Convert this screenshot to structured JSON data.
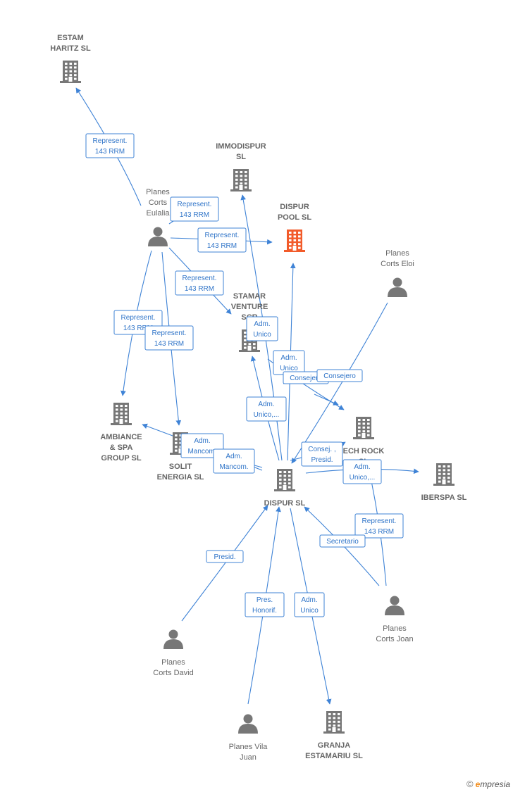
{
  "colors": {
    "company": "#777777",
    "focus": "#f25b2a",
    "person": "#777777",
    "edge": "#3f83d6"
  },
  "nodes": [
    {
      "id": "estam",
      "type": "company",
      "lines": [
        "ESTAM",
        "HARITZ SL"
      ]
    },
    {
      "id": "immodispur",
      "type": "company",
      "lines": [
        "IMMODISPUR",
        "SL"
      ]
    },
    {
      "id": "dispurpool",
      "type": "company",
      "focus": true,
      "lines": [
        "DISPUR",
        "POOL  SL"
      ]
    },
    {
      "id": "eulalia",
      "type": "person",
      "lines": [
        "Planes",
        "Corts",
        "Eulalia"
      ]
    },
    {
      "id": "eloi",
      "type": "person",
      "lines": [
        "Planes",
        "Corts Eloi"
      ]
    },
    {
      "id": "stamar",
      "type": "company",
      "lines": [
        "STAMAR",
        "VENTURE",
        "SCR"
      ]
    },
    {
      "id": "ambiance",
      "type": "company",
      "lines": [
        "AMBIANCE",
        "& SPA",
        "GROUP  SL"
      ]
    },
    {
      "id": "solit",
      "type": "company",
      "lines": [
        "SOLIT",
        "ENERGIA  SL"
      ]
    },
    {
      "id": "techrock",
      "type": "company",
      "lines": [
        "ECH ROCK",
        "SL"
      ]
    },
    {
      "id": "iberspa",
      "type": "company",
      "lines": [
        "IBERSPA SL"
      ]
    },
    {
      "id": "dispur",
      "type": "company",
      "lines": [
        "DISPUR SL"
      ]
    },
    {
      "id": "joan",
      "type": "person",
      "lines": [
        "Planes",
        "Corts Joan"
      ]
    },
    {
      "id": "david",
      "type": "person",
      "lines": [
        "Planes",
        "Corts David"
      ]
    },
    {
      "id": "vila",
      "type": "person",
      "lines": [
        "Planes Vila",
        "Juan"
      ]
    },
    {
      "id": "granja",
      "type": "company",
      "lines": [
        "GRANJA",
        "ESTAMARIU  SL"
      ]
    }
  ],
  "edges": [
    {
      "id": "e1",
      "lines": [
        "Represent.",
        "143 RRM"
      ]
    },
    {
      "id": "e2",
      "lines": [
        "Represent.",
        "143 RRM"
      ]
    },
    {
      "id": "e3",
      "lines": [
        "Represent.",
        "143 RRM"
      ]
    },
    {
      "id": "e4",
      "lines": [
        "Represent.",
        "143 RRM"
      ]
    },
    {
      "id": "e5",
      "lines": [
        "Represent.",
        "143 RRM"
      ]
    },
    {
      "id": "e6",
      "lines": [
        "Represent.",
        "143 RRM"
      ]
    },
    {
      "id": "e7",
      "lines": [
        "Adm.",
        "Unico"
      ]
    },
    {
      "id": "e8",
      "lines": [
        "Adm.",
        "Unico"
      ]
    },
    {
      "id": "e9",
      "lines": [
        "Consejero"
      ]
    },
    {
      "id": "e10",
      "lines": [
        "Consejero"
      ]
    },
    {
      "id": "e11",
      "lines": [
        "Adm.",
        "Unico,..."
      ]
    },
    {
      "id": "e12",
      "lines": [
        "Adm.",
        "Mancom."
      ]
    },
    {
      "id": "e13",
      "lines": [
        "Adm.",
        "Mancom."
      ]
    },
    {
      "id": "e14",
      "lines": [
        "Consej. ,",
        "Presid."
      ]
    },
    {
      "id": "e15",
      "lines": [
        "Adm.",
        "Unico,..."
      ]
    },
    {
      "id": "e16",
      "lines": [
        "Represent.",
        "143 RRM"
      ]
    },
    {
      "id": "e17",
      "lines": [
        "Secretario"
      ]
    },
    {
      "id": "e18",
      "lines": [
        "Presid."
      ]
    },
    {
      "id": "e19",
      "lines": [
        "Pres.",
        "Honorif."
      ]
    },
    {
      "id": "e20",
      "lines": [
        "Adm.",
        "Unico"
      ]
    }
  ],
  "brand": {
    "copyright": "©",
    "e": "e",
    "rest": "mpresia"
  }
}
